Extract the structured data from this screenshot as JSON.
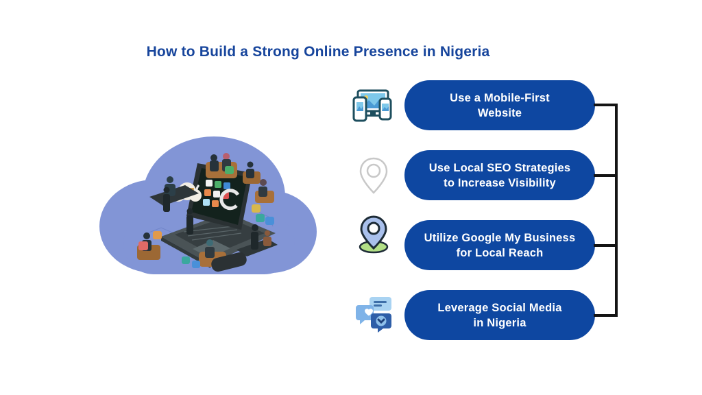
{
  "title": {
    "text": "How to Build a Strong Online Presence in Nigeria"
  },
  "illustration": {
    "description": "cloud with laptop, app icons and small people on devices",
    "cloud_color": "#8295d6"
  },
  "steps": [
    {
      "icon": "responsive-devices-icon",
      "line1": "Use a Mobile-First",
      "line2": "Website"
    },
    {
      "icon": "location-pin-outline-icon",
      "line1": "Use Local SEO Strategies",
      "line2": "to Increase Visibility"
    },
    {
      "icon": "map-pin-icon",
      "line1": "Utilize Google My Business",
      "line2": "for Local Reach"
    },
    {
      "icon": "social-media-bubbles-icon",
      "line1": "Leverage Social Media",
      "line2": "in Nigeria"
    }
  ],
  "colors": {
    "pill": "#0e47a1",
    "pill_text": "#ffffff",
    "title": "#17459c",
    "connector": "#141414",
    "bg": "#ffffff"
  }
}
